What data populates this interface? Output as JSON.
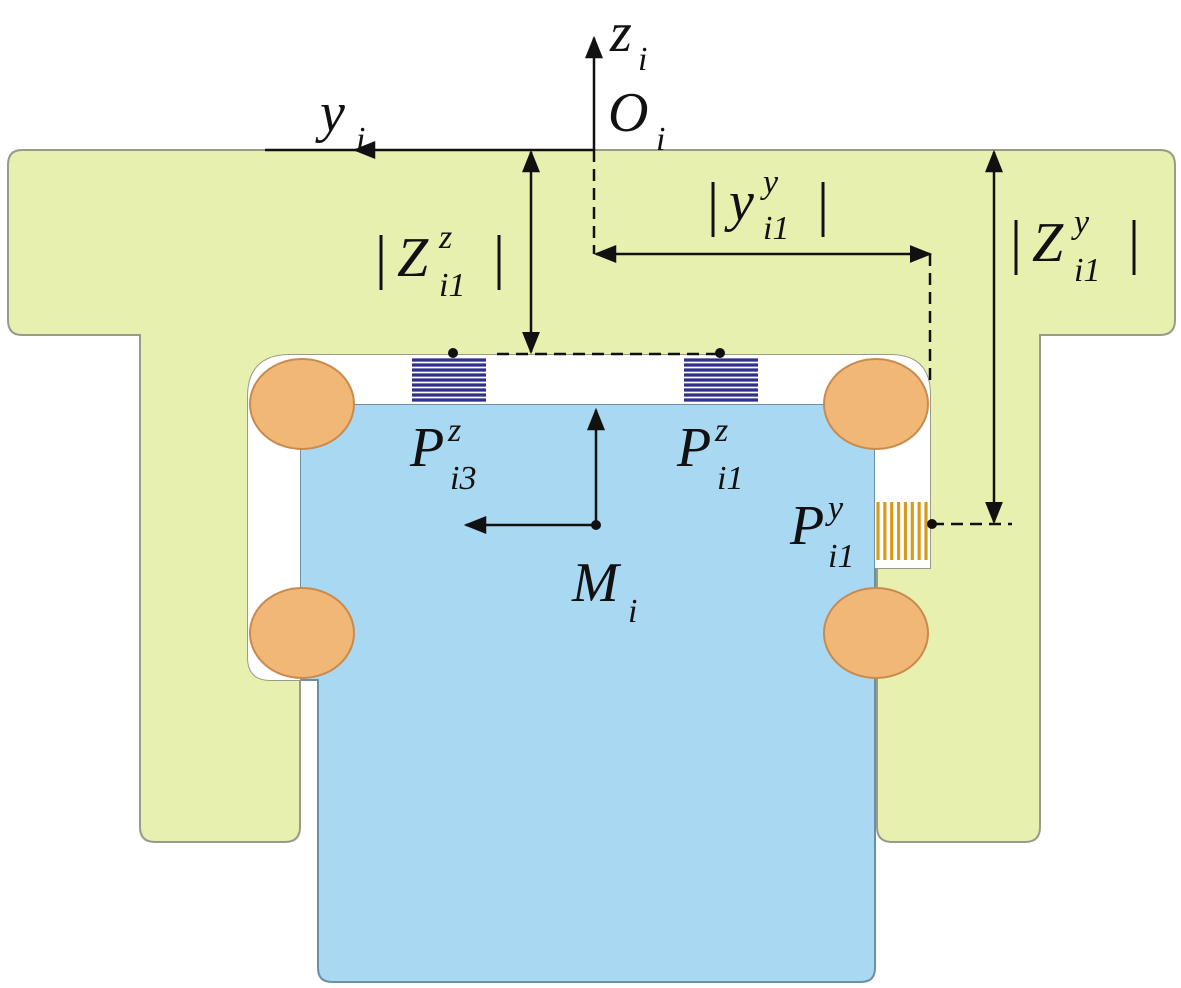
{
  "colors": {
    "carriage": "#e8f0b0",
    "carriage_edge": "#9a9a8a",
    "rail": "#a9d8f2",
    "rail_edge": "#6c8fa3",
    "ball": "#f1b777",
    "ball_edge": "#c98b4d",
    "spring_z": "#2f2f8c",
    "spring_y": "#d99a1b",
    "line": "#111111"
  },
  "labels": {
    "z_axis": {
      "base": "z",
      "sub": "i"
    },
    "origin": {
      "base": "O",
      "sub": "i"
    },
    "y_axis": {
      "base": "y",
      "sub": "i"
    },
    "dim_z_i1z": {
      "base": "Z",
      "sup": "z",
      "sub": "i1",
      "bar": "|"
    },
    "dim_y_i1y": {
      "base": "y",
      "sup": "y",
      "sub": "i1",
      "bar": "|"
    },
    "dim_z_i1y": {
      "base": "Z",
      "sup": "y",
      "sub": "i1",
      "bar": "|"
    },
    "p_i3z": {
      "base": "P",
      "sup": "z",
      "sub": "i3"
    },
    "p_i1z": {
      "base": "P",
      "sup": "z",
      "sub": "i1"
    },
    "p_i1y": {
      "base": "P",
      "sup": "y",
      "sub": "i1"
    },
    "m_i": {
      "base": "M",
      "sub": "i"
    }
  }
}
